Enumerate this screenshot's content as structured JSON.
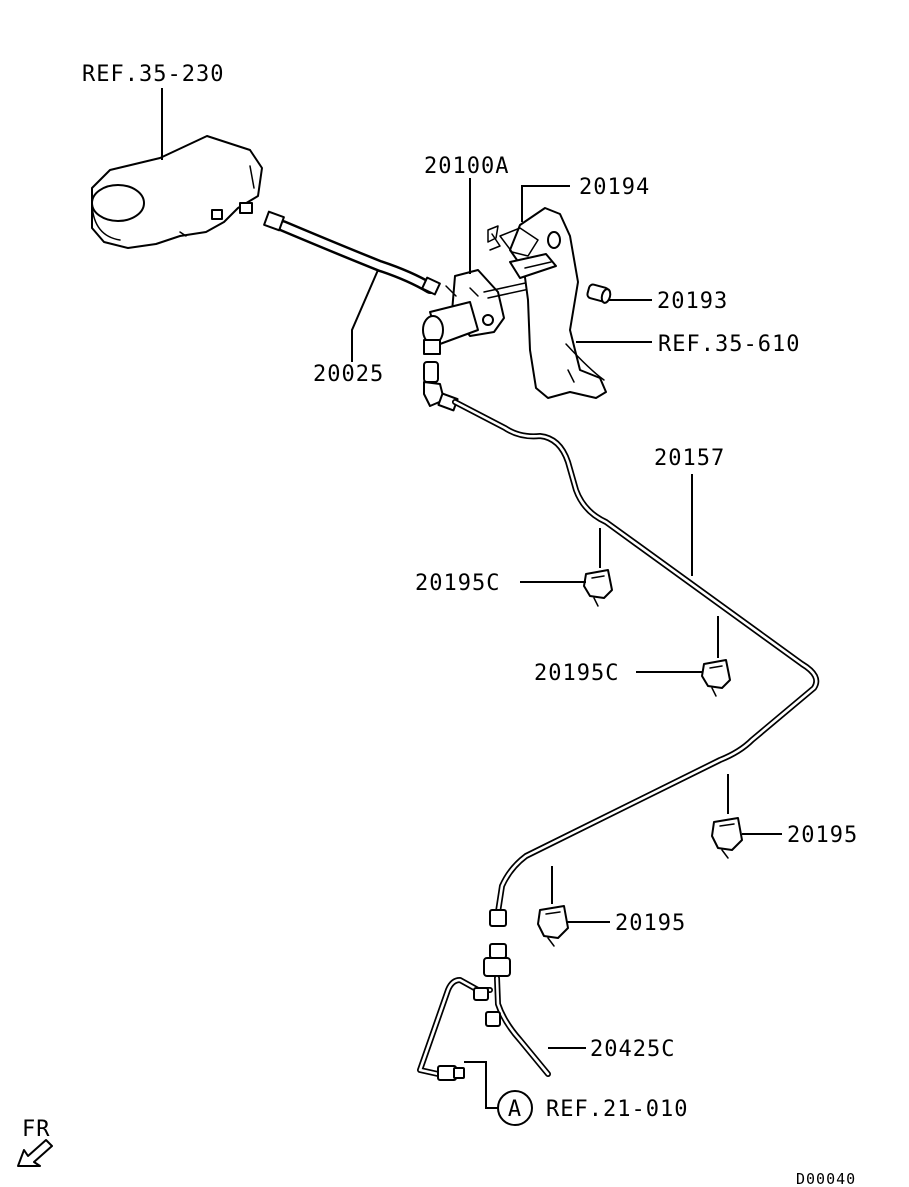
{
  "labels": {
    "ref_35_230": "REF.35-230",
    "p20100A": "20100A",
    "p20194": "20194",
    "p20193": "20193",
    "ref_35_610": "REF.35-610",
    "p20025": "20025",
    "p20157": "20157",
    "p20195C_1": "20195C",
    "p20195C_2": "20195C",
    "p20195_1": "20195",
    "p20195_2": "20195",
    "p20425C": "20425C",
    "ref_21_010": "REF.21-010",
    "marker_a": "A",
    "fr": "FR",
    "diagram_id": "D00040"
  }
}
